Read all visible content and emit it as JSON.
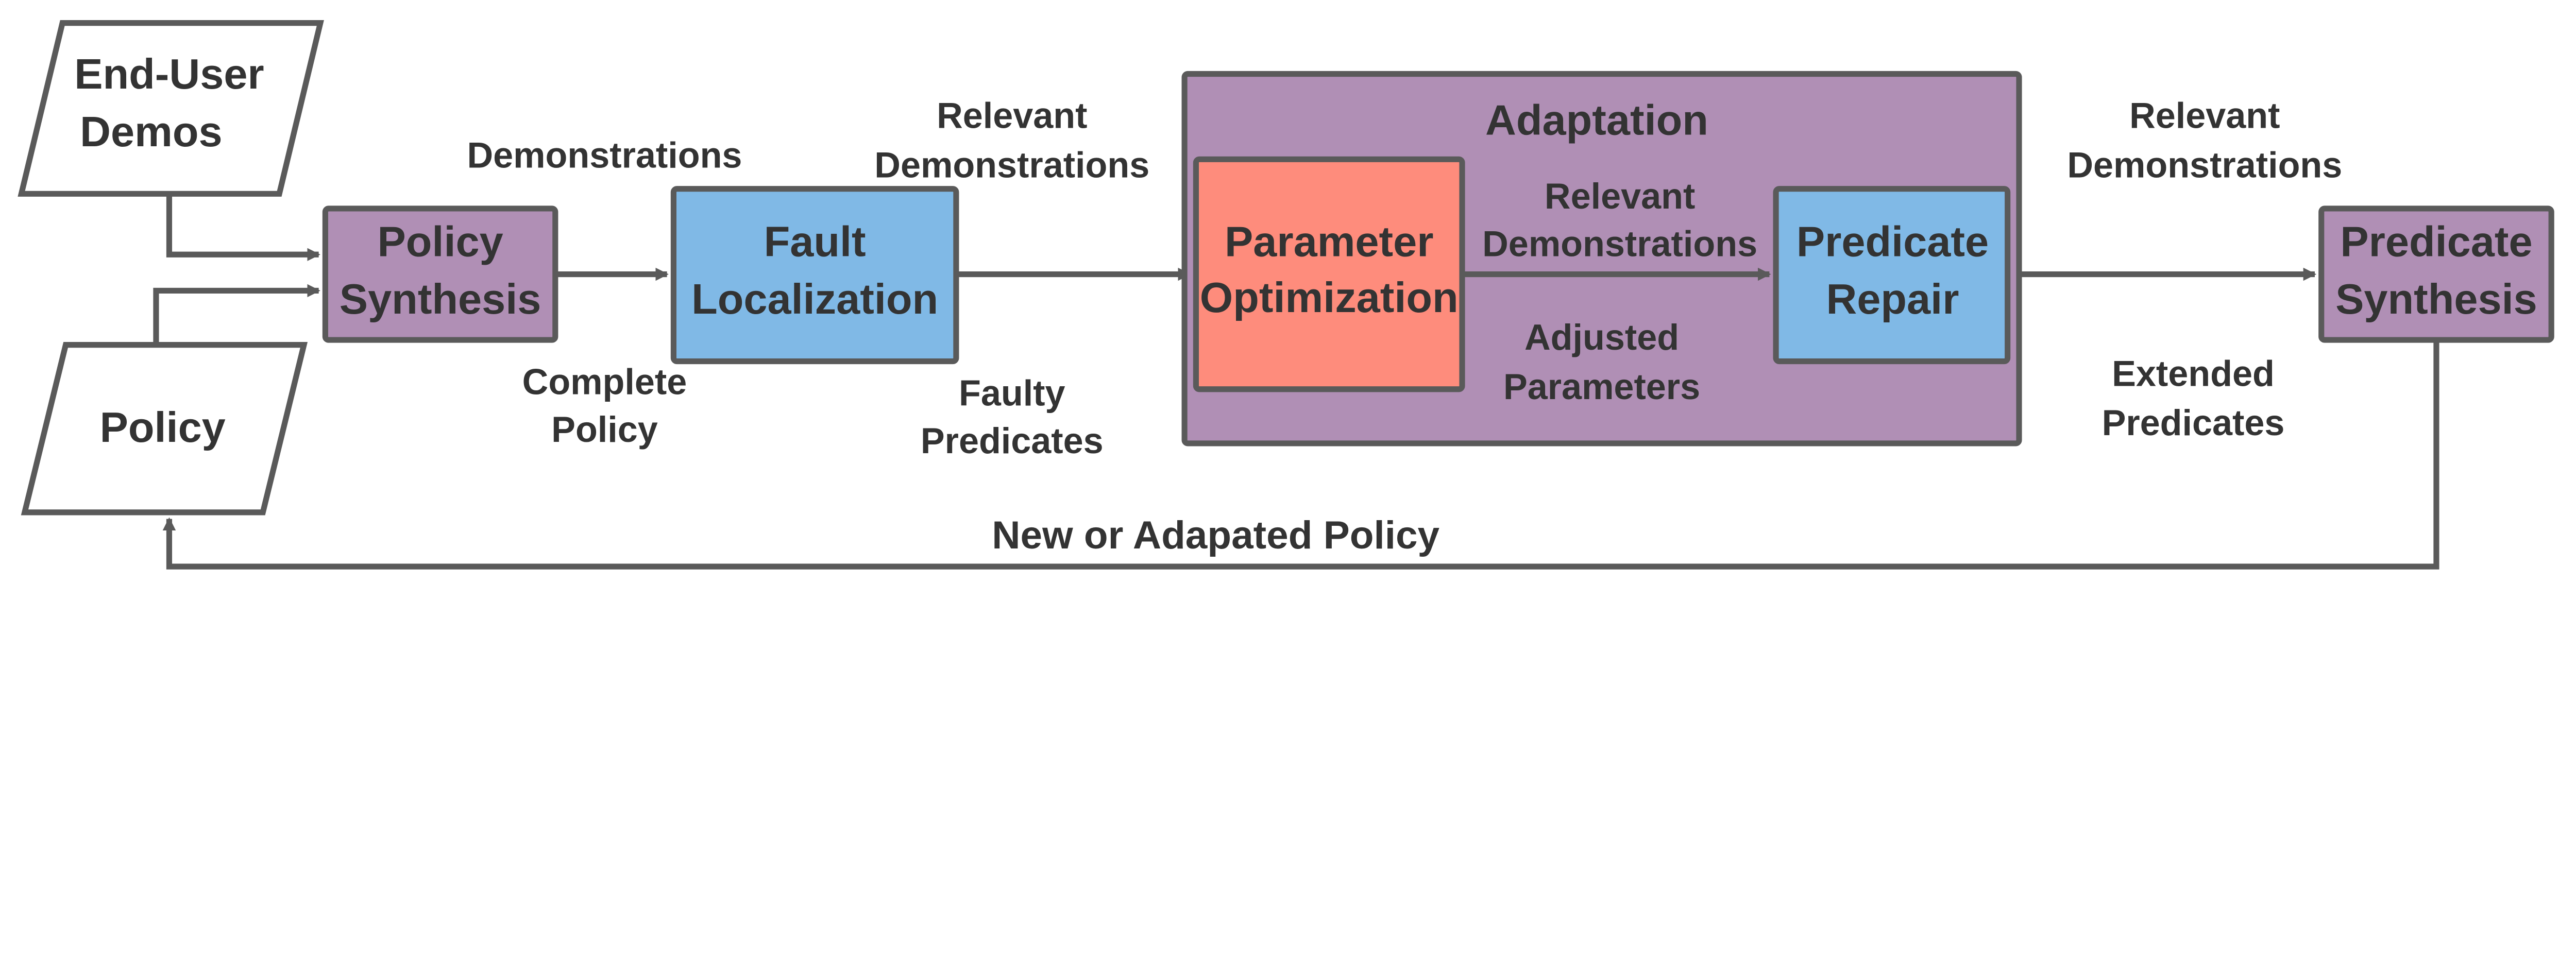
{
  "colors": {
    "purple": "#b08fb5",
    "blue": "#80b9e6",
    "salmon": "#fe8c7c",
    "stroke": "#5a5a5a",
    "text": "#333333"
  },
  "nodes": {
    "end_user_demos": [
      "End-User",
      "Demos"
    ],
    "policy": [
      "Policy"
    ],
    "policy_synthesis": [
      "Policy",
      "Synthesis"
    ],
    "fault_localization": [
      "Fault",
      "Localization"
    ],
    "adaptation": [
      "Adaptation"
    ],
    "parameter_optimization": [
      "Parameter",
      "Optimization"
    ],
    "predicate_repair": [
      "Predicate",
      "Repair"
    ],
    "predicate_synthesis": [
      "Predicate",
      "Synthesis"
    ]
  },
  "edge_labels": {
    "demonstrations": [
      "Demonstrations"
    ],
    "complete_policy": [
      "Complete",
      "Policy"
    ],
    "relevant_demos_1": [
      "Relevant",
      "Demonstrations"
    ],
    "faulty_predicates": [
      "Faulty",
      "Predicates"
    ],
    "relevant_demos_2": [
      "Relevant",
      "Demonstrations"
    ],
    "adjusted_parameters": [
      "Adjusted",
      "Parameters"
    ],
    "relevant_demos_3": [
      "Relevant",
      "Demonstrations"
    ],
    "extended_predicates": [
      "Extended",
      "Predicates"
    ],
    "feedback": [
      "New or Adapated Policy"
    ]
  }
}
